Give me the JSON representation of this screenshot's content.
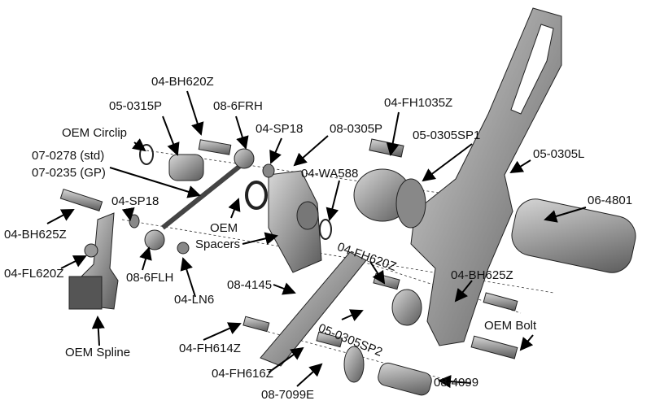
{
  "labels": {
    "bh620z": "04-BH620Z",
    "p0315": "05-0315P",
    "frh": "08-6FRH",
    "circlip": "OEM Circlip",
    "sp18a": "04-SP18",
    "p0305": "08-0305P",
    "fh1035z": "04-FH1035Z",
    "sp1": "05-0305SP1",
    "l0305": "05-0305L",
    "rod_std": "07-0278 (std)",
    "rod_gp": "07-0235 (GP)",
    "sp18b": "04-SP18",
    "wa588": "04-WA588",
    "peg": "06-4801",
    "bh625z_left": "04-BH625Z",
    "spacers_1": "OEM",
    "spacers_2": "Spacers",
    "fh620z": "04-FH620Z",
    "fl620z": "04-FL620Z",
    "flh": "08-6FLH",
    "ln6": "04-LN6",
    "p4145": "08-4145",
    "bh625z_right": "04-BH625Z",
    "oem_bolt": "OEM Bolt",
    "sp2": "05-0305SP2",
    "fh614z": "04-FH614Z",
    "spline": "OEM Spline",
    "fh616z": "04-FH616Z",
    "p7099e": "08-7099E",
    "p4099": "08-4099"
  }
}
